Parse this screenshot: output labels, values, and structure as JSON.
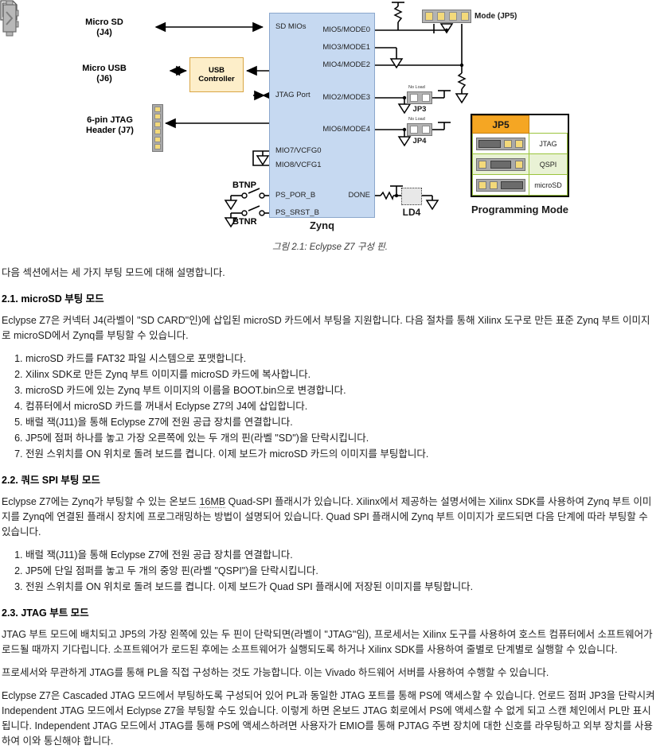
{
  "figure": {
    "caption": "그림 2.1: Eclypse Z7 구성 핀.",
    "main_block": {
      "title": "Zynq"
    },
    "usb_controller": "USB\nController",
    "connectors": [
      {
        "name": "micro-sd",
        "label": "Micro SD\n(J4)"
      },
      {
        "name": "micro-usb",
        "label": "Micro USB\n(J6)"
      },
      {
        "name": "jtag-header",
        "label": "6-pin JTAG\nHeader (J7)"
      }
    ],
    "left_pins": [
      "SD MIOs",
      "JTAG Port",
      "MIO7/VCFG0",
      "MIO8/VCFG1",
      "PS_POR_B",
      "PS_SRST_B"
    ],
    "right_pins": [
      "MIO5/MODE0",
      "MIO3/MODE1",
      "MIO4/MODE2",
      "MIO2/MODE3",
      "MIO6/MODE4",
      "DONE"
    ],
    "buttons": [
      "BTNP",
      "BTNR"
    ],
    "jumpers": [
      {
        "name": "jp5-mode",
        "label": "Mode (JP5)",
        "positions": 4
      },
      {
        "name": "jp3",
        "label": "JP3",
        "note": "No Load",
        "positions": 2
      },
      {
        "name": "jp4",
        "label": "JP4",
        "note": "No Load",
        "positions": 2
      }
    ],
    "led": {
      "name": "LD4",
      "label": "LD4"
    },
    "legend": {
      "caption": "Programming Mode",
      "header": "JP5",
      "rows": [
        {
          "mode": "JTAG",
          "shunt_position": "left"
        },
        {
          "mode": "QSPI",
          "shunt_position": "center"
        },
        {
          "mode": "microSD",
          "shunt_position": "right"
        }
      ],
      "header_color": "#f5a623",
      "row_border_color": "#9ac43c",
      "alt_row_color": "#e9f2d5"
    },
    "colors": {
      "zynq_fill": "#c6d9f1",
      "zynq_stroke": "#8ba7cc",
      "usb_fill": "#fdeec9",
      "usb_stroke": "#d9a645",
      "pin_yellow": "#f3d97a",
      "connector_gray": "#a9a9a9",
      "led_green": "#22c522"
    }
  },
  "document": {
    "intro": "다음 섹션에서는 세 가지 부팅 모드에 대해 설명합니다.",
    "sections": [
      {
        "heading": "2.1. microSD 부팅 모드",
        "body": "Eclypse Z7은 커넥터 J4(라벨이 \"SD CARD\"인)에 삽입된 microSD 카드에서 부팅을 지원합니다. 다음 절차를 통해 Xilinx 도구로 만든 표준 Zynq 부트 이미지로 microSD에서 Zynq를 부팅할 수 있습니다.",
        "steps": [
          "microSD 카드를 FAT32 파일 시스템으로 포맷합니다.",
          "Xilinx SDK로 만든 Zynq 부트 이미지를 microSD 카드에 복사합니다.",
          "microSD 카드에 있는 Zynq 부트 이미지의 이름을 BOOT.bin으로 변경합니다.",
          "컴퓨터에서 microSD 카드를 꺼내서 Eclypse Z7의 J4에 삽입합니다.",
          "배럴 잭(J11)을 통해 Eclypse Z7에 전원 공급 장치를 연결합니다.",
          "JP5에 점퍼 하나를 놓고 가장 오른쪽에 있는 두 개의 핀(라벨 \"SD\")을 단락시킵니다.",
          "전원 스위치를 ON 위치로 돌려 보드를 켭니다. 이제 보드가 microSD 카드의 이미지를 부팅합니다."
        ]
      },
      {
        "heading": "2.2. 쿼드 SPI 부팅 모드",
        "body_pre": "Eclypse Z7에는 Zynq가 부팅할 수 있는 온보드 ",
        "body_underlined": "16MB",
        "body_post": " Quad-SPI 플래시가 있습니다. Xilinx에서 제공하는 설명서에는 Xilinx SDK를 사용하여 Zynq 부트 이미지를 Zynq에 연결된 플래시 장치에 프로그래밍하는 방법이 설명되어 있습니다. Quad SPI 플래시에 Zynq 부트 이미지가 로드되면 다음 단계에 따라 부팅할 수 있습니다.",
        "steps": [
          "배럴 잭(J11)을 통해 Eclypse Z7에 전원 공급 장치를 연결합니다.",
          "JP5에 단일 점퍼를 놓고 두 개의 중앙 핀(라벨 \"QSPI\")을 단락시킵니다.",
          "전원 스위치를 ON 위치로 돌려 보드를 켭니다. 이제 보드가 Quad SPI 플래시에 저장된 이미지를 부팅합니다."
        ]
      },
      {
        "heading": "2.3. JTAG 부트 모드",
        "paragraphs": [
          "JTAG 부트 모드에 배치되고 JP5의 가장 왼쪽에 있는 두 핀이 단락되면(라벨이 \"JTAG\"임), 프로세서는 Xilinx 도구를 사용하여 호스트 컴퓨터에서 소프트웨어가 로드될 때까지 기다립니다. 소프트웨어가 로드된 후에는 소프트웨어가 실행되도록 하거나 Xilinx SDK를 사용하여 줄별로 단계별로 실행할 수 있습니다.",
          "프로세서와 무관하게 JTAG를 통해 PL을 직접 구성하는 것도 가능합니다. 이는 Vivado 하드웨어 서버를 사용하여 수행할 수 있습니다.",
          "Eclypse Z7은 Cascaded JTAG 모드에서 부팅하도록 구성되어 있어 PL과 동일한 JTAG 포트를 통해 PS에 액세스할 수 있습니다. 언로드 점퍼 JP3을 단락시켜 Independent JTAG 모드에서 Eclypse Z7을 부팅할 수도 있습니다. 이렇게 하면 온보드 JTAG 회로에서 PS에 액세스할 수 없게 되고 스캔 체인에서 PL만 표시됩니다. Independent JTAG 모드에서 JTAG를 통해 PS에 액세스하려면 사용자가 EMIO를 통해 PJTAG 주변 장치에 대한 신호를 라우팅하고 외부 장치를 사용하여 이와 통신해야 합니다."
        ]
      }
    ]
  }
}
